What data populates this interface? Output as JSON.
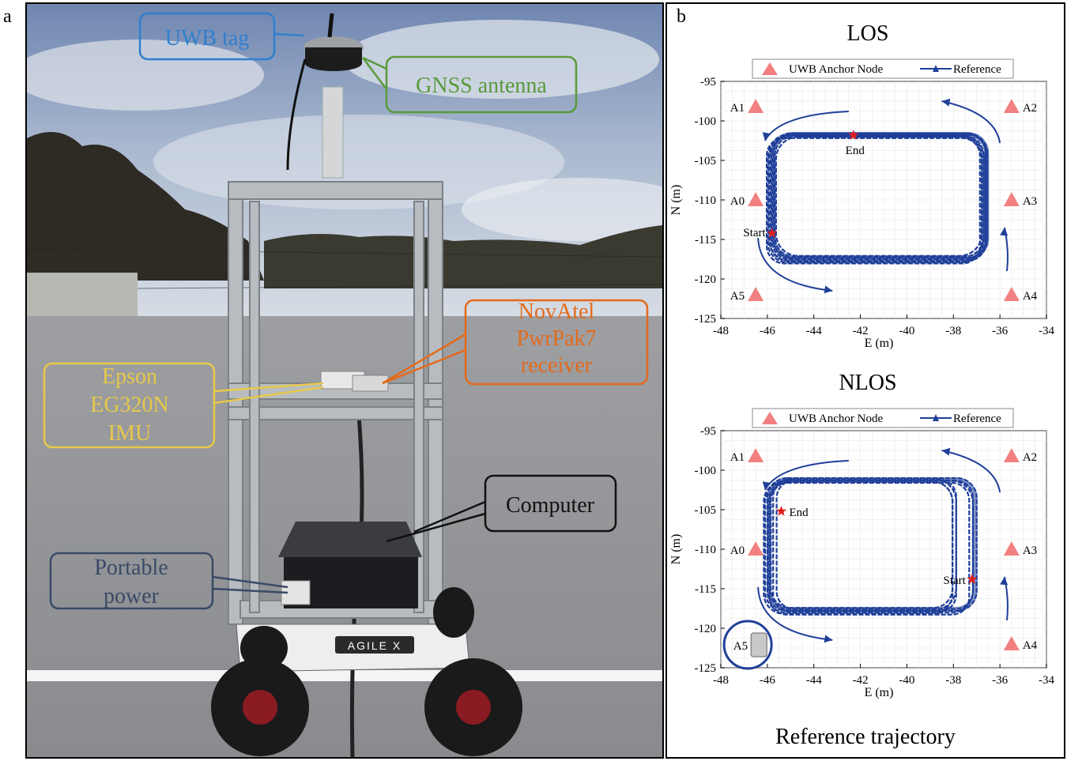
{
  "panel_labels": {
    "a": "a",
    "b": "b"
  },
  "photo": {
    "labels": {
      "uwb_tag": "UWB tag",
      "gnss_antenna": "GNSS antenna",
      "novatel_line1": "NovAtel",
      "novatel_line2": "PwrPak7",
      "novatel_line3": "receiver",
      "epson_line1": "Epson",
      "epson_line2": "EG320N",
      "epson_line3": "IMU",
      "computer": "Computer",
      "power_line1": "Portable",
      "power_line2": "power",
      "robot_brand": "AGILE X"
    },
    "colors": {
      "uwb_tag": "#2f7fcf",
      "gnss_antenna": "#5a9a3a",
      "novatel": "#e46a1a",
      "epson": "#e8c84a",
      "computer": "#111111",
      "power": "#3a4a66"
    }
  },
  "caption": "Reference trajectory",
  "chart_data": [
    {
      "type": "line",
      "title": "LOS",
      "xlabel": "E (m)",
      "ylabel": "N (m)",
      "xlim": [
        -48,
        -34
      ],
      "ylim": [
        -125,
        -95
      ],
      "x_ticks": [
        "-48",
        "-46",
        "-44",
        "-42",
        "-40",
        "-38",
        "-36",
        "-34"
      ],
      "y_ticks": [
        "-95",
        "-100",
        "-105",
        "-110",
        "-115",
        "-120",
        "-125"
      ],
      "grid": true,
      "legend": {
        "placement": "top",
        "entries": [
          "UWB Anchor Node",
          "Reference"
        ]
      },
      "anchors": [
        {
          "name": "A1",
          "x": -46.5,
          "y": -98.2
        },
        {
          "name": "A2",
          "x": -35.5,
          "y": -98.2
        },
        {
          "name": "A0",
          "x": -46.5,
          "y": -110.0
        },
        {
          "name": "A3",
          "x": -35.5,
          "y": -110.0
        },
        {
          "name": "A5",
          "x": -46.5,
          "y": -122.0
        },
        {
          "name": "A4",
          "x": -35.5,
          "y": -122.0
        }
      ],
      "start": {
        "label": "Start",
        "x": -45.8,
        "y": -114.2
      },
      "end": {
        "label": "End",
        "x": -42.3,
        "y": -101.8
      },
      "trajectory": {
        "xmin": -45.8,
        "xmax": -36.5,
        "ymin": -117.5,
        "ymax": -101.5,
        "laps": 9
      },
      "colors": {
        "trajectory": "#1f3f99",
        "anchor": "#f28080",
        "marker": "#e02020"
      }
    },
    {
      "type": "line",
      "title": "NLOS",
      "xlabel": "E (m)",
      "ylabel": "N (m)",
      "xlim": [
        -48,
        -34
      ],
      "ylim": [
        -125,
        -95
      ],
      "x_ticks": [
        "-48",
        "-46",
        "-44",
        "-42",
        "-40",
        "-38",
        "-36",
        "-34"
      ],
      "y_ticks": [
        "-95",
        "-100",
        "-105",
        "-110",
        "-115",
        "-120",
        "-125"
      ],
      "grid": true,
      "legend": {
        "placement": "top",
        "entries": [
          "UWB Anchor Node",
          "Reference"
        ]
      },
      "anchors": [
        {
          "name": "A1",
          "x": -46.5,
          "y": -98.2
        },
        {
          "name": "A2",
          "x": -35.5,
          "y": -98.2
        },
        {
          "name": "A0",
          "x": -46.5,
          "y": -110.0
        },
        {
          "name": "A3",
          "x": -35.5,
          "y": -110.0
        },
        {
          "name": "A4",
          "x": -35.5,
          "y": -122.0
        }
      ],
      "occluded_anchor": {
        "name": "A5",
        "x": -46.5,
        "y": -122.0
      },
      "start": {
        "label": "Start",
        "x": -37.2,
        "y": -113.8
      },
      "end": {
        "label": "End",
        "x": -45.4,
        "y": -105.2
      },
      "trajectory": {
        "xmin": -46.0,
        "xmax": -37.0,
        "ymin": -117.8,
        "ymax": -101.0,
        "laps": 8
      },
      "colors": {
        "trajectory": "#1f3f99",
        "anchor": "#f28080",
        "marker": "#e02020"
      }
    }
  ]
}
